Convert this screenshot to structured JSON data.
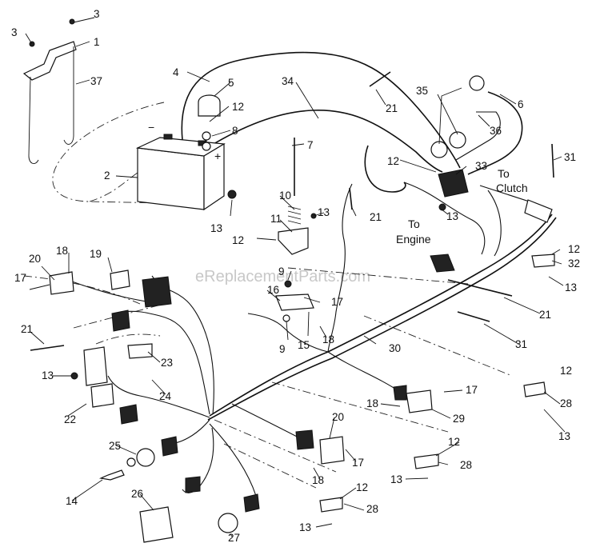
{
  "watermark": "eReplacementParts.com",
  "captions": {
    "to_clutch_line1": "To",
    "to_clutch_line2": "Clutch",
    "to_engine_line1": "To",
    "to_engine_line2": "Engine",
    "battery_neg": "−",
    "battery_pos": "+"
  },
  "callouts": [
    {
      "id": "c3a",
      "text": "3"
    },
    {
      "id": "c3b",
      "text": "3"
    },
    {
      "id": "c1",
      "text": "1"
    },
    {
      "id": "c37",
      "text": "37"
    },
    {
      "id": "c4",
      "text": "4"
    },
    {
      "id": "c5",
      "text": "5"
    },
    {
      "id": "c12a",
      "text": "12"
    },
    {
      "id": "c8",
      "text": "8"
    },
    {
      "id": "c34",
      "text": "34"
    },
    {
      "id": "c21a",
      "text": "21"
    },
    {
      "id": "c35",
      "text": "35"
    },
    {
      "id": "c6",
      "text": "6"
    },
    {
      "id": "c36",
      "text": "36"
    },
    {
      "id": "c7",
      "text": "7"
    },
    {
      "id": "c31a",
      "text": "31"
    },
    {
      "id": "c2",
      "text": "2"
    },
    {
      "id": "c12b",
      "text": "12"
    },
    {
      "id": "c33",
      "text": "33"
    },
    {
      "id": "c10",
      "text": "10"
    },
    {
      "id": "c13a",
      "text": "13"
    },
    {
      "id": "c11",
      "text": "11"
    },
    {
      "id": "c13b",
      "text": "13"
    },
    {
      "id": "c21b",
      "text": "21"
    },
    {
      "id": "c13c",
      "text": "13"
    },
    {
      "id": "c12c",
      "text": "12"
    },
    {
      "id": "c12d",
      "text": "12"
    },
    {
      "id": "c32",
      "text": "32"
    },
    {
      "id": "c18a",
      "text": "18"
    },
    {
      "id": "c20a",
      "text": "20"
    },
    {
      "id": "c19",
      "text": "19"
    },
    {
      "id": "c17a",
      "text": "17"
    },
    {
      "id": "c9a",
      "text": "9"
    },
    {
      "id": "c13d",
      "text": "13"
    },
    {
      "id": "c16",
      "text": "16"
    },
    {
      "id": "c17b",
      "text": "17"
    },
    {
      "id": "c21c",
      "text": "21"
    },
    {
      "id": "c21d",
      "text": "21"
    },
    {
      "id": "c9b",
      "text": "9"
    },
    {
      "id": "c15",
      "text": "15"
    },
    {
      "id": "c18b",
      "text": "18"
    },
    {
      "id": "c31b",
      "text": "31"
    },
    {
      "id": "c30",
      "text": "30"
    },
    {
      "id": "c23",
      "text": "23"
    },
    {
      "id": "c12e",
      "text": "12"
    },
    {
      "id": "c13e",
      "text": "13"
    },
    {
      "id": "c24",
      "text": "24"
    },
    {
      "id": "c17c",
      "text": "17"
    },
    {
      "id": "c28a",
      "text": "28"
    },
    {
      "id": "c22",
      "text": "22"
    },
    {
      "id": "c18c",
      "text": "18"
    },
    {
      "id": "c29",
      "text": "29"
    },
    {
      "id": "c13f",
      "text": "13"
    },
    {
      "id": "c20b",
      "text": "20"
    },
    {
      "id": "c25",
      "text": "25"
    },
    {
      "id": "c12f",
      "text": "12"
    },
    {
      "id": "c17d",
      "text": "17"
    },
    {
      "id": "c28b",
      "text": "28"
    },
    {
      "id": "c14",
      "text": "14"
    },
    {
      "id": "c18d",
      "text": "18"
    },
    {
      "id": "c13g",
      "text": "13"
    },
    {
      "id": "c12g",
      "text": "12"
    },
    {
      "id": "c26",
      "text": "26"
    },
    {
      "id": "c28c",
      "text": "28"
    },
    {
      "id": "c13h",
      "text": "13"
    },
    {
      "id": "c27",
      "text": "27"
    }
  ]
}
